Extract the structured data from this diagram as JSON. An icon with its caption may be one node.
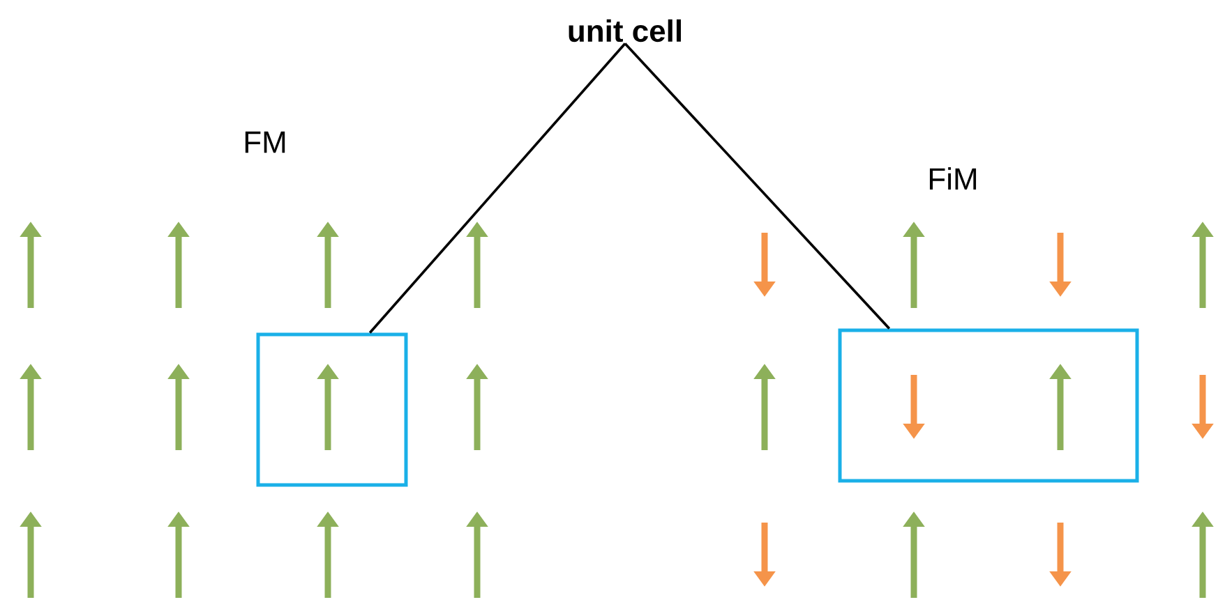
{
  "diagram": {
    "nodes": [
      {
        "text": [
          "unit cell"
        ]
      },
      {
        "text": [],
        "shape": "box"
      },
      {
        "text": [],
        "shape": "box"
      }
    ],
    "edges": [
      {
        "from": 0,
        "to": 1,
        "arrow": "none"
      },
      {
        "from": 0,
        "to": 2,
        "arrow": "none"
      }
    ],
    "labels": [
      "FM",
      "FiM"
    ]
  }
}
